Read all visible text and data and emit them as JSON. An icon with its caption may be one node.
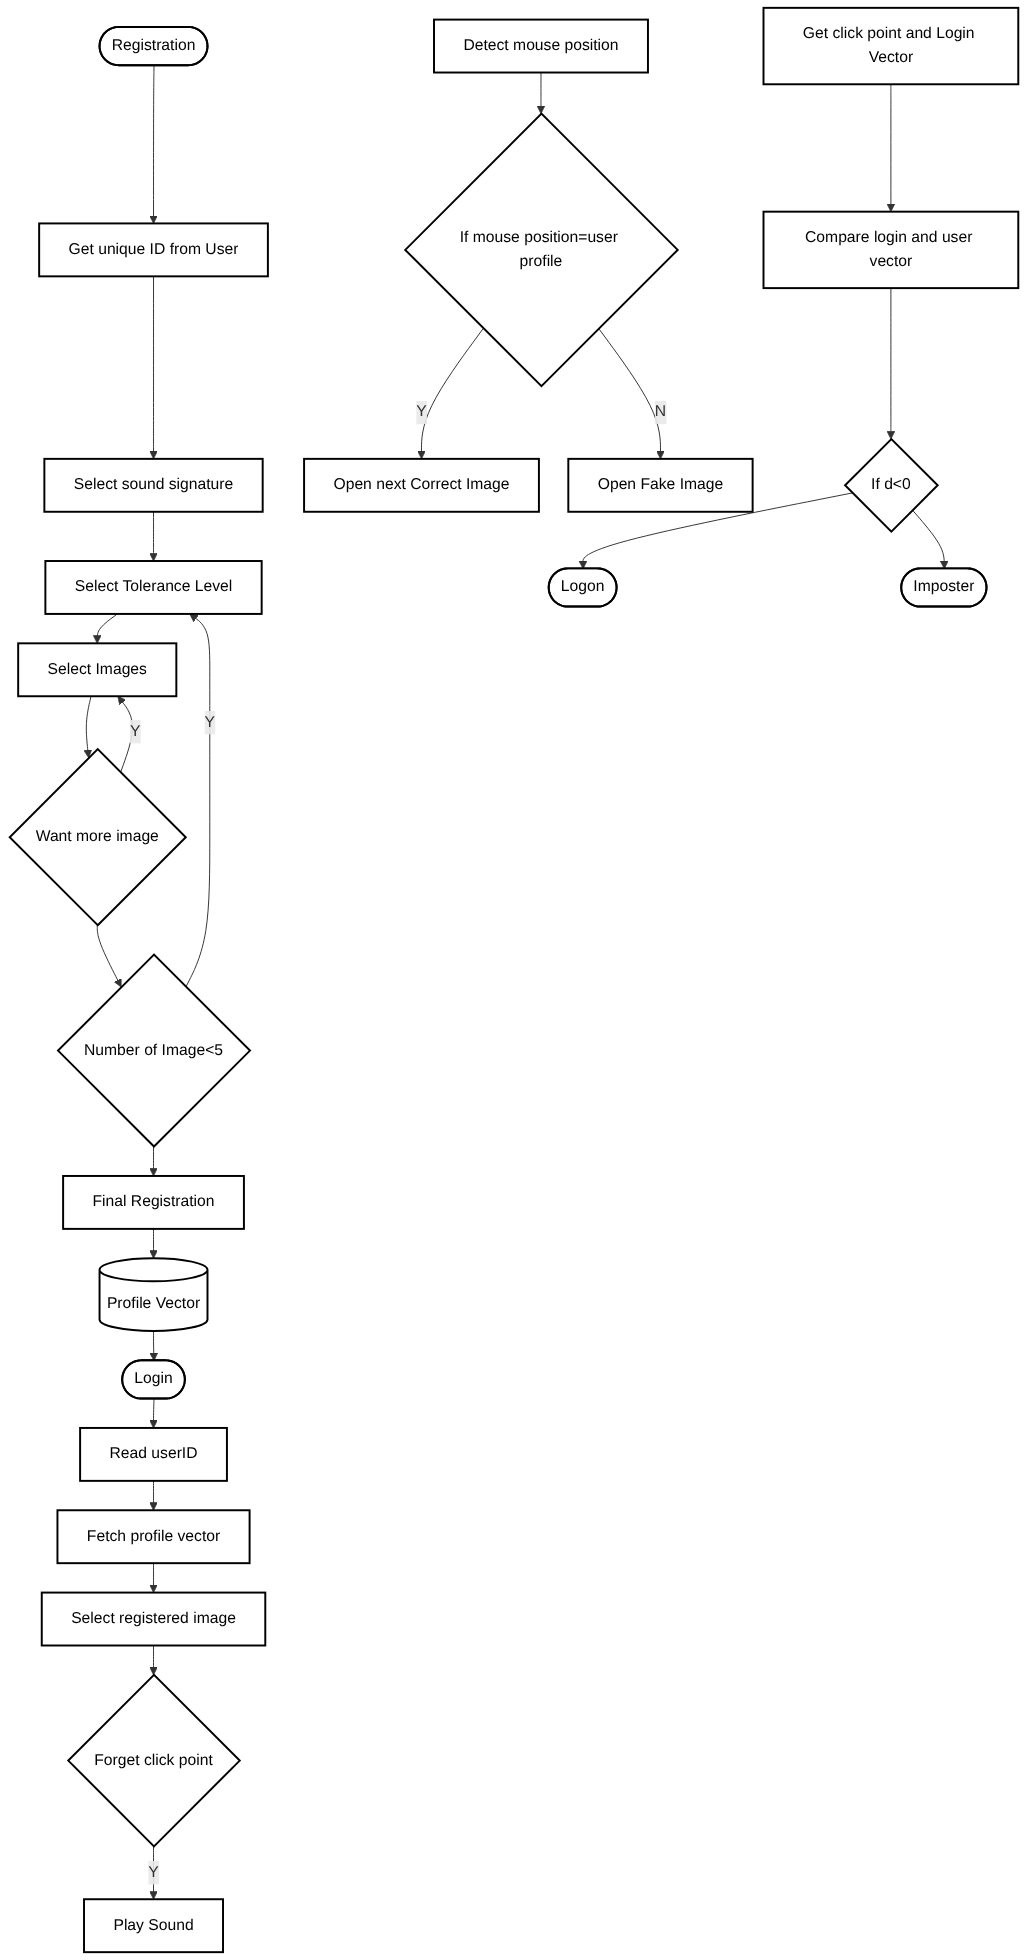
{
  "diagram": {
    "nodes": [
      {
        "text": [
          "Registration"
        ]
      },
      {
        "text": [
          "Get unique ID from User"
        ]
      },
      {
        "text": [
          "Select sound signature"
        ]
      },
      {
        "text": [
          "Select Tolerance Level"
        ]
      },
      {
        "text": [
          "Select Images"
        ]
      },
      {
        "text": [
          "Want more image"
        ]
      },
      {
        "text": [
          "Number of Image<5"
        ]
      },
      {
        "text": [
          "Final Registration"
        ]
      },
      {
        "text": [
          "Profile Vector"
        ]
      },
      {
        "text": [
          "Login"
        ]
      },
      {
        "text": [
          "Read userID"
        ]
      },
      {
        "text": [
          "Fetch profile vector"
        ]
      },
      {
        "text": [
          "Select registered image"
        ]
      },
      {
        "text": [
          "Forget click point"
        ]
      },
      {
        "text": [
          "Play Sound"
        ]
      },
      {
        "text": [
          "Detect mouse position"
        ]
      },
      {
        "text": [
          "If mouse position=user profile"
        ]
      },
      {
        "text": [
          "Open next Correct Image"
        ]
      },
      {
        "text": [
          "Open Fake Image"
        ]
      },
      {
        "text": [
          "Get click point and Login Vector"
        ]
      },
      {
        "text": [
          "Compare login and user vector"
        ]
      },
      {
        "text": [
          "If d<0"
        ]
      },
      {
        "text": [
          "Logon"
        ]
      },
      {
        "text": [
          "Imposter"
        ]
      }
    ],
    "edges": [
      {
        "from": 0,
        "to": 1,
        "arrow": "to"
      },
      {
        "from": 1,
        "to": 2,
        "arrow": "to"
      },
      {
        "from": 2,
        "to": 3,
        "arrow": "to"
      },
      {
        "from": 3,
        "to": 4,
        "arrow": "to"
      },
      {
        "from": 4,
        "to": 5,
        "arrow": "to"
      },
      {
        "from": 5,
        "to": 4,
        "arrow": "to",
        "label": "Y"
      },
      {
        "from": 5,
        "to": 6,
        "arrow": "to"
      },
      {
        "from": 6,
        "to": 3,
        "arrow": "to",
        "label": "Y"
      },
      {
        "from": 6,
        "to": 7,
        "arrow": "to"
      },
      {
        "from": 7,
        "to": 8,
        "arrow": "to"
      },
      {
        "from": 8,
        "to": 9,
        "arrow": "to"
      },
      {
        "from": 9,
        "to": 10,
        "arrow": "to"
      },
      {
        "from": 10,
        "to": 11,
        "arrow": "to"
      },
      {
        "from": 11,
        "to": 12,
        "arrow": "to"
      },
      {
        "from": 12,
        "to": 13,
        "arrow": "to"
      },
      {
        "from": 13,
        "to": 14,
        "arrow": "to",
        "label": "Y"
      },
      {
        "from": 15,
        "to": 16,
        "arrow": "to"
      },
      {
        "from": 16,
        "to": 17,
        "arrow": "to",
        "label": "Y"
      },
      {
        "from": 16,
        "to": 18,
        "arrow": "to",
        "label": "N"
      },
      {
        "from": 19,
        "to": 20,
        "arrow": "to"
      },
      {
        "from": 20,
        "to": 21,
        "arrow": "to"
      },
      {
        "from": 21,
        "to": 22,
        "arrow": "to"
      },
      {
        "from": 21,
        "to": 23,
        "arrow": "to"
      }
    ]
  }
}
